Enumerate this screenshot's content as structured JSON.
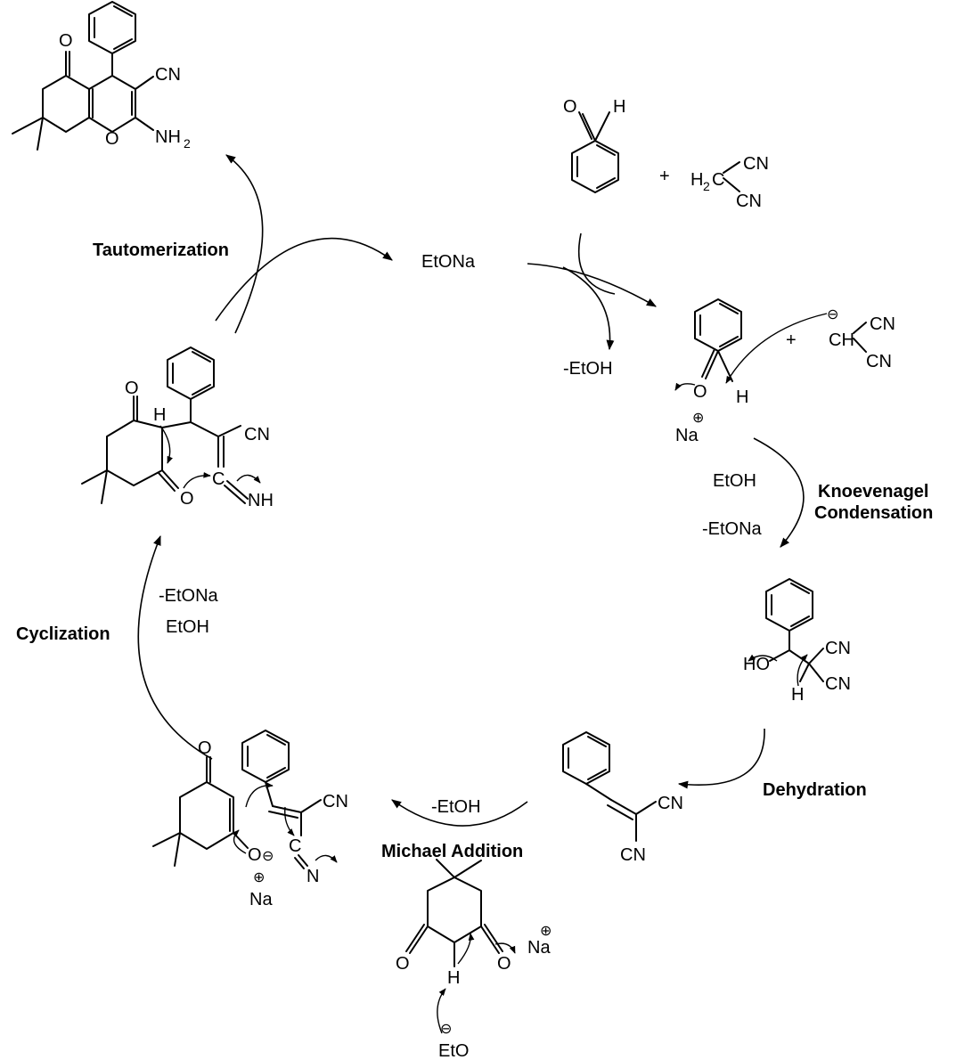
{
  "steps": {
    "knoevenagel_1": "Knoevenagel",
    "knoevenagel_2": "Condensation",
    "dehydration": "Dehydration",
    "michael": "Michael Addition",
    "cyclization": "Cyclization",
    "tautomerization": "Tautomerization"
  },
  "reagents": {
    "catalyst": "EtONa",
    "minus_etoh_top": "-EtOH",
    "etoh_right": "EtOH",
    "minus_etona_right": "-EtONa",
    "minus_etoh_bottom": "-EtOH",
    "minus_etona_left": "-EtONa",
    "etoh_left": "EtOH",
    "plus_1": "+",
    "plus_2": "+"
  },
  "atoms": {
    "O": "O",
    "H": "H",
    "CN": "CN",
    "NH": "NH",
    "N": "N",
    "C": "C",
    "HO": "HO",
    "Na": "Na",
    "NH2_base": "NH",
    "NH2_sub": "2",
    "H2C_H": "H",
    "H2C_sub": "2",
    "H2C_C": "C",
    "CH": "CH",
    "EtO": "EtO"
  },
  "charges": {
    "plus": "⊕",
    "minus": "⊖"
  }
}
